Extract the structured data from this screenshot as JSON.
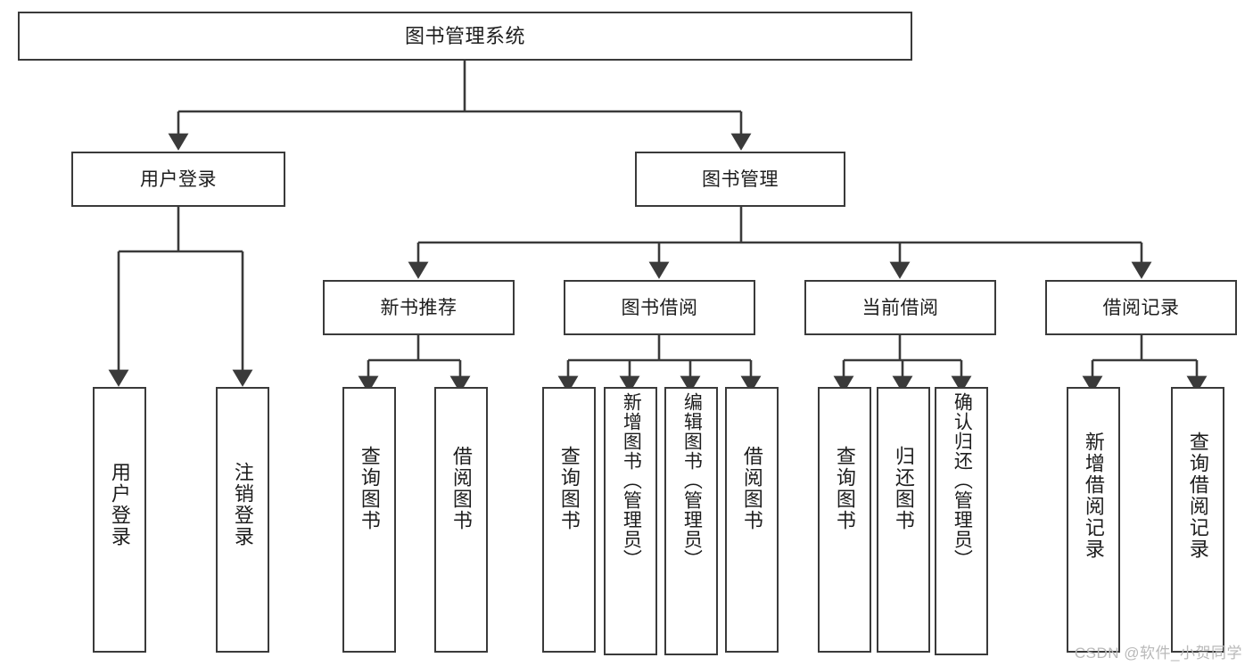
{
  "diagram": {
    "title": "图书管理系统",
    "type": "hierarchy-tree",
    "watermark": "CSDN @软件_小贺同学",
    "stroke_color": "#3a3a3a",
    "fill_color": "#ffffff",
    "text_color": "#1d1d1d",
    "watermark_color": "#b9b9b9"
  },
  "nodes": {
    "root": {
      "label": "图书管理系统",
      "level": 1
    },
    "level2": [
      {
        "id": "user-login",
        "label": "用户登录"
      },
      {
        "id": "book-manage",
        "label": "图书管理"
      }
    ],
    "level3": [
      {
        "id": "new-book-recommend",
        "label": "新书推荐"
      },
      {
        "id": "book-borrow",
        "label": "图书借阅"
      },
      {
        "id": "current-borrow",
        "label": "当前借阅"
      },
      {
        "id": "borrow-record",
        "label": "借阅记录"
      }
    ],
    "leaves": {
      "user-login": [
        {
          "id": "leaf-user-login",
          "label": "用户登录"
        },
        {
          "id": "leaf-logout",
          "label": "注销登录"
        }
      ],
      "new-book-recommend": [
        {
          "id": "leaf-query-book-1",
          "label": "查询图书"
        },
        {
          "id": "leaf-borrow-book-1",
          "label": "借阅图书"
        }
      ],
      "book-borrow": [
        {
          "id": "leaf-query-book-2",
          "label": "查询图书"
        },
        {
          "id": "leaf-add-book",
          "label": "新增图书（管理员）"
        },
        {
          "id": "leaf-edit-book",
          "label": "编辑图书（管理员）"
        },
        {
          "id": "leaf-borrow-book-2",
          "label": "借阅图书"
        }
      ],
      "current-borrow": [
        {
          "id": "leaf-query-book-3",
          "label": "查询图书"
        },
        {
          "id": "leaf-return-book",
          "label": "归还图书"
        },
        {
          "id": "leaf-confirm-return",
          "label": "确认归还（管理员）"
        }
      ],
      "borrow-record": [
        {
          "id": "leaf-add-record",
          "label": "新增借阅记录"
        },
        {
          "id": "leaf-query-record",
          "label": "查询借阅记录"
        }
      ]
    }
  }
}
